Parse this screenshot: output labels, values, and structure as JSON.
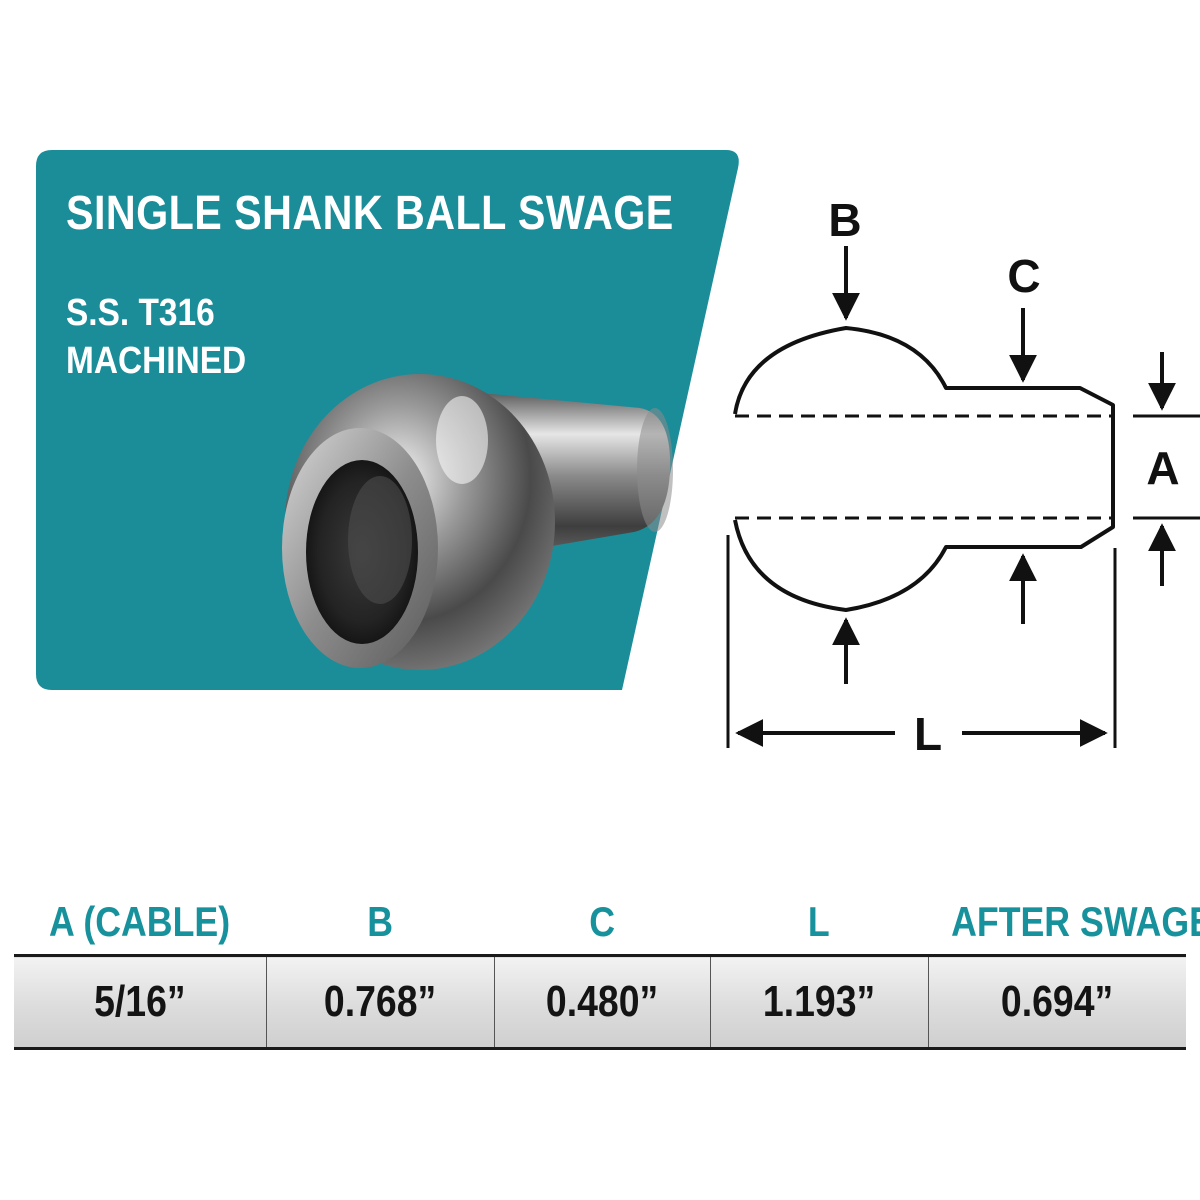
{
  "banner": {
    "title": "SINGLE SHANK BALL SWAGE",
    "subtitle_line1": "S.S. T316",
    "subtitle_line2": "MACHINED",
    "color": "#1a8d99"
  },
  "diagram": {
    "labels": {
      "b": "B",
      "c": "C",
      "a": "A",
      "l": "L"
    }
  },
  "table": {
    "headers": [
      "A (CABLE)",
      "B",
      "C",
      "L",
      "AFTER SWAGE"
    ],
    "rows": [
      [
        "5/16”",
        "0.768”",
        "0.480”",
        "1.193”",
        "0.694”"
      ]
    ],
    "header_color": "#17929c"
  }
}
